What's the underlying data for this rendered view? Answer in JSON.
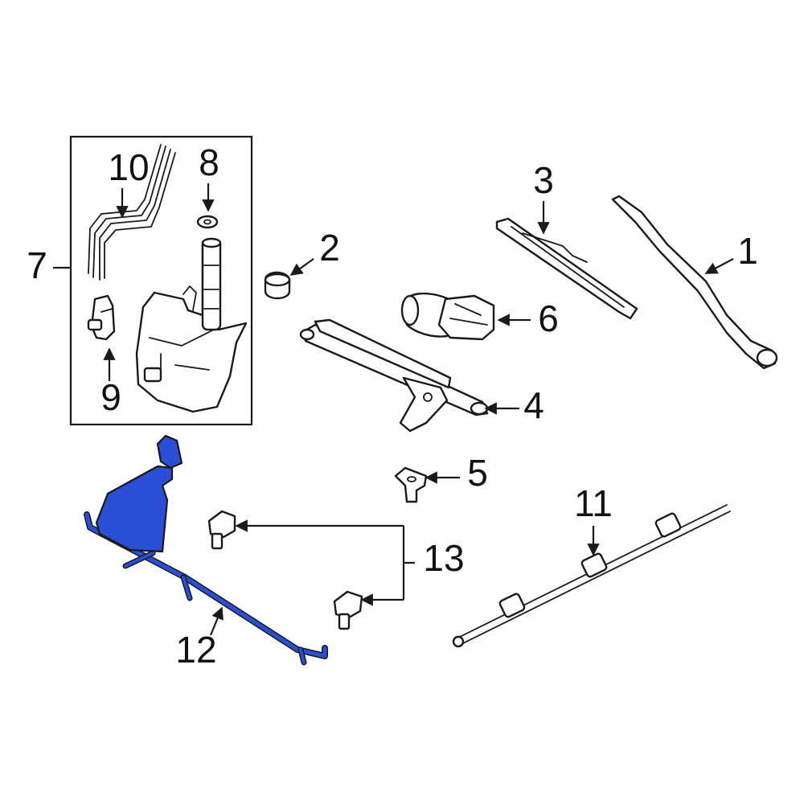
{
  "colors": {
    "highlight": "#2a4fd6",
    "line": "#1a1a1a",
    "background": "#ffffff"
  },
  "callouts": {
    "c1": "1",
    "c2": "2",
    "c3": "3",
    "c4": "4",
    "c5": "5",
    "c6": "6",
    "c7": "7",
    "c8": "8",
    "c9": "9",
    "c10": "10",
    "c11": "11",
    "c12": "12",
    "c13": "13"
  }
}
